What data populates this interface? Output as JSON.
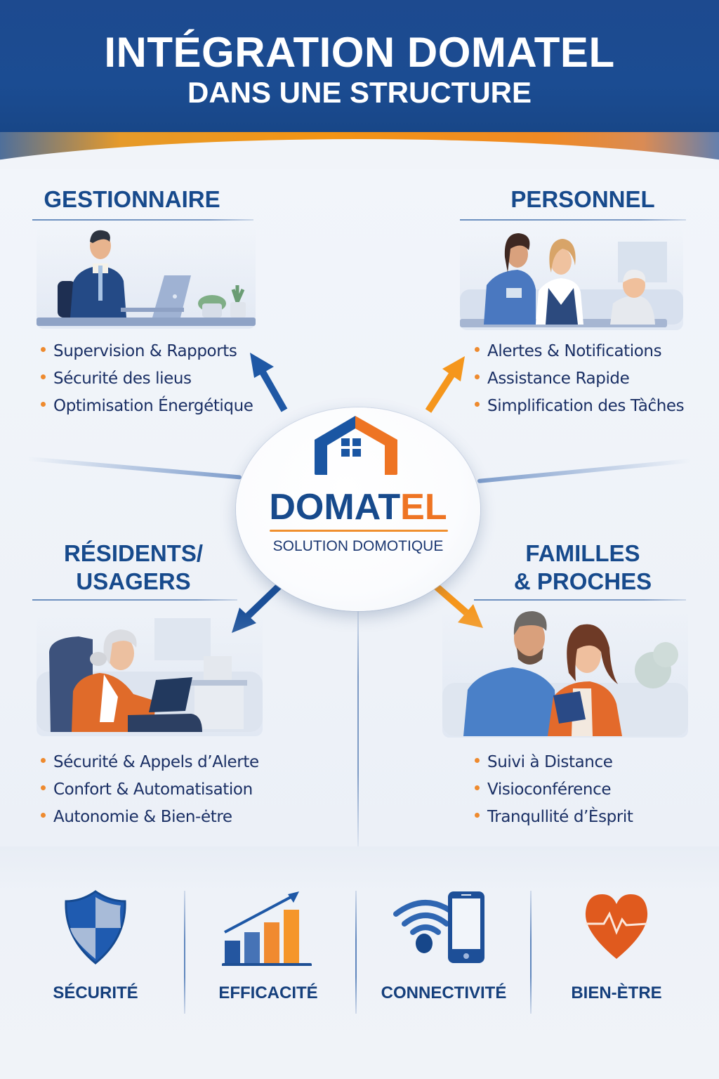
{
  "header": {
    "title": "INTÉGRATION DOMATEL",
    "subtitle": "DANS UNE STRUCTURE"
  },
  "center": {
    "logo_icon": "house-icon",
    "brand_part1": "DOMAT",
    "brand_part2": "EL",
    "tagline": "SOLUTION DOMOTIQUE"
  },
  "sections": {
    "gestionnaire": {
      "title": "GESTIONNAIRE",
      "illustration": "manager-at-laptop-illustration",
      "items": [
        "Supervision & Rapports",
        "Sécurité des lieus",
        "Optimisation Énergétique"
      ],
      "arrow_color": "#1f58a5"
    },
    "personnel": {
      "title": "PERSONNEL",
      "illustration": "staff-with-resident-illustration",
      "items": [
        "Alertes & Notifications",
        "Assistance Rapide",
        "Simplification des Tàĉhes"
      ],
      "arrow_color": "#f5961c"
    },
    "residents": {
      "title_line1": "RÉSIDENTS/",
      "title_line2": "USAGERS",
      "illustration": "senior-with-tablet-illustration",
      "items": [
        "Sécurité & Appels d’Alerte",
        "Confort & Automatisation",
        "Autonomie & Bien-ėtre"
      ],
      "arrow_color": "#1f58a5"
    },
    "familles": {
      "title_line1": "FAMILLES",
      "title_line2": "& PROCHES",
      "illustration": "couple-with-phone-illustration",
      "items": [
        "Suivi à Distance",
        "Visioconférence",
        "Tranqullité d’Èsprit"
      ],
      "arrow_color": "#f5961c"
    }
  },
  "features": [
    {
      "icon": "shield-icon",
      "label": "SÉCURITÉ"
    },
    {
      "icon": "growth-chart-icon",
      "label": "EFFICACITÉ"
    },
    {
      "icon": "wifi-phone-icon",
      "label": "CONNECTIVITÉ"
    },
    {
      "icon": "heart-pulse-icon",
      "label": "BIEN-ÈTRE"
    }
  ],
  "colors": {
    "primary_blue": "#174a8c",
    "accent_orange": "#ee7423",
    "bullet_orange": "#ee8a2e",
    "text_navy": "#1a2f64"
  }
}
